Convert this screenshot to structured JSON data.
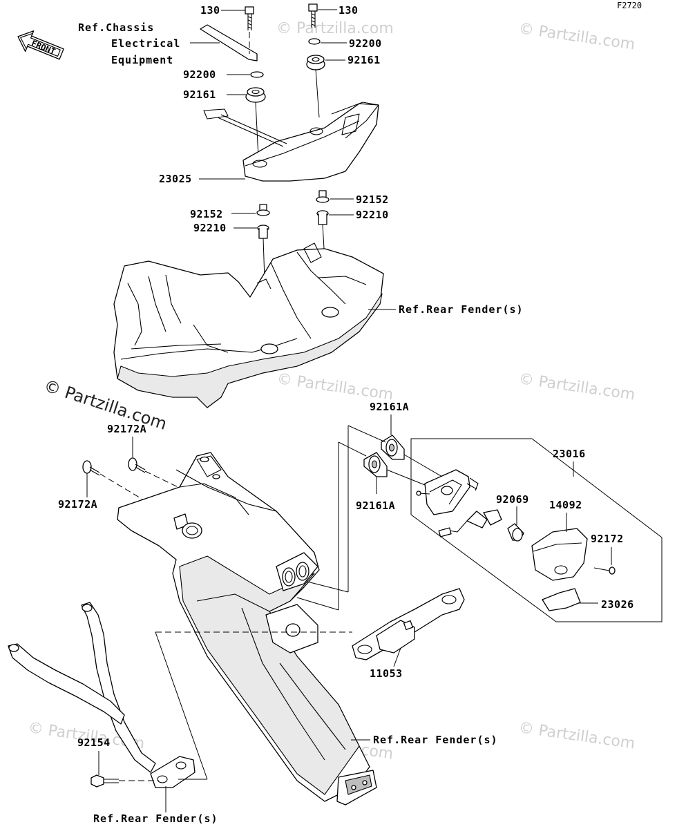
{
  "figure_code": "F2720",
  "front_label": "FRONT",
  "watermark_main": "© Partzilla.com",
  "watermark_faint": "© Partzilla.com",
  "callouts": {
    "c130_left": "130",
    "c130_right": "130",
    "c92200_right": "92200",
    "c92161_right": "92161",
    "c92200_left": "92200",
    "c92161_left": "92161",
    "c23025": "23025",
    "c92152_right": "92152",
    "c92152_left": "92152",
    "c92210_right": "92210",
    "c92210_left": "92210",
    "c92172A_top": "92172A",
    "c92172A_bottom": "92172A",
    "c92161A_top": "92161A",
    "c92161A_bottom": "92161A",
    "c23016": "23016",
    "c92069": "92069",
    "c14092": "14092",
    "c92172": "92172",
    "c23026": "23026",
    "c11053": "11053",
    "c92154": "92154"
  },
  "references": {
    "chassis_line1": "Ref.Chassis",
    "chassis_line2": "Electrical",
    "chassis_line3": "Equipment",
    "rear_fender_upper": "Ref.Rear Fender(s)",
    "rear_fender_middle": "Ref.Rear Fender(s)",
    "rear_fender_bottom": "Ref.Rear Fender(s)"
  }
}
